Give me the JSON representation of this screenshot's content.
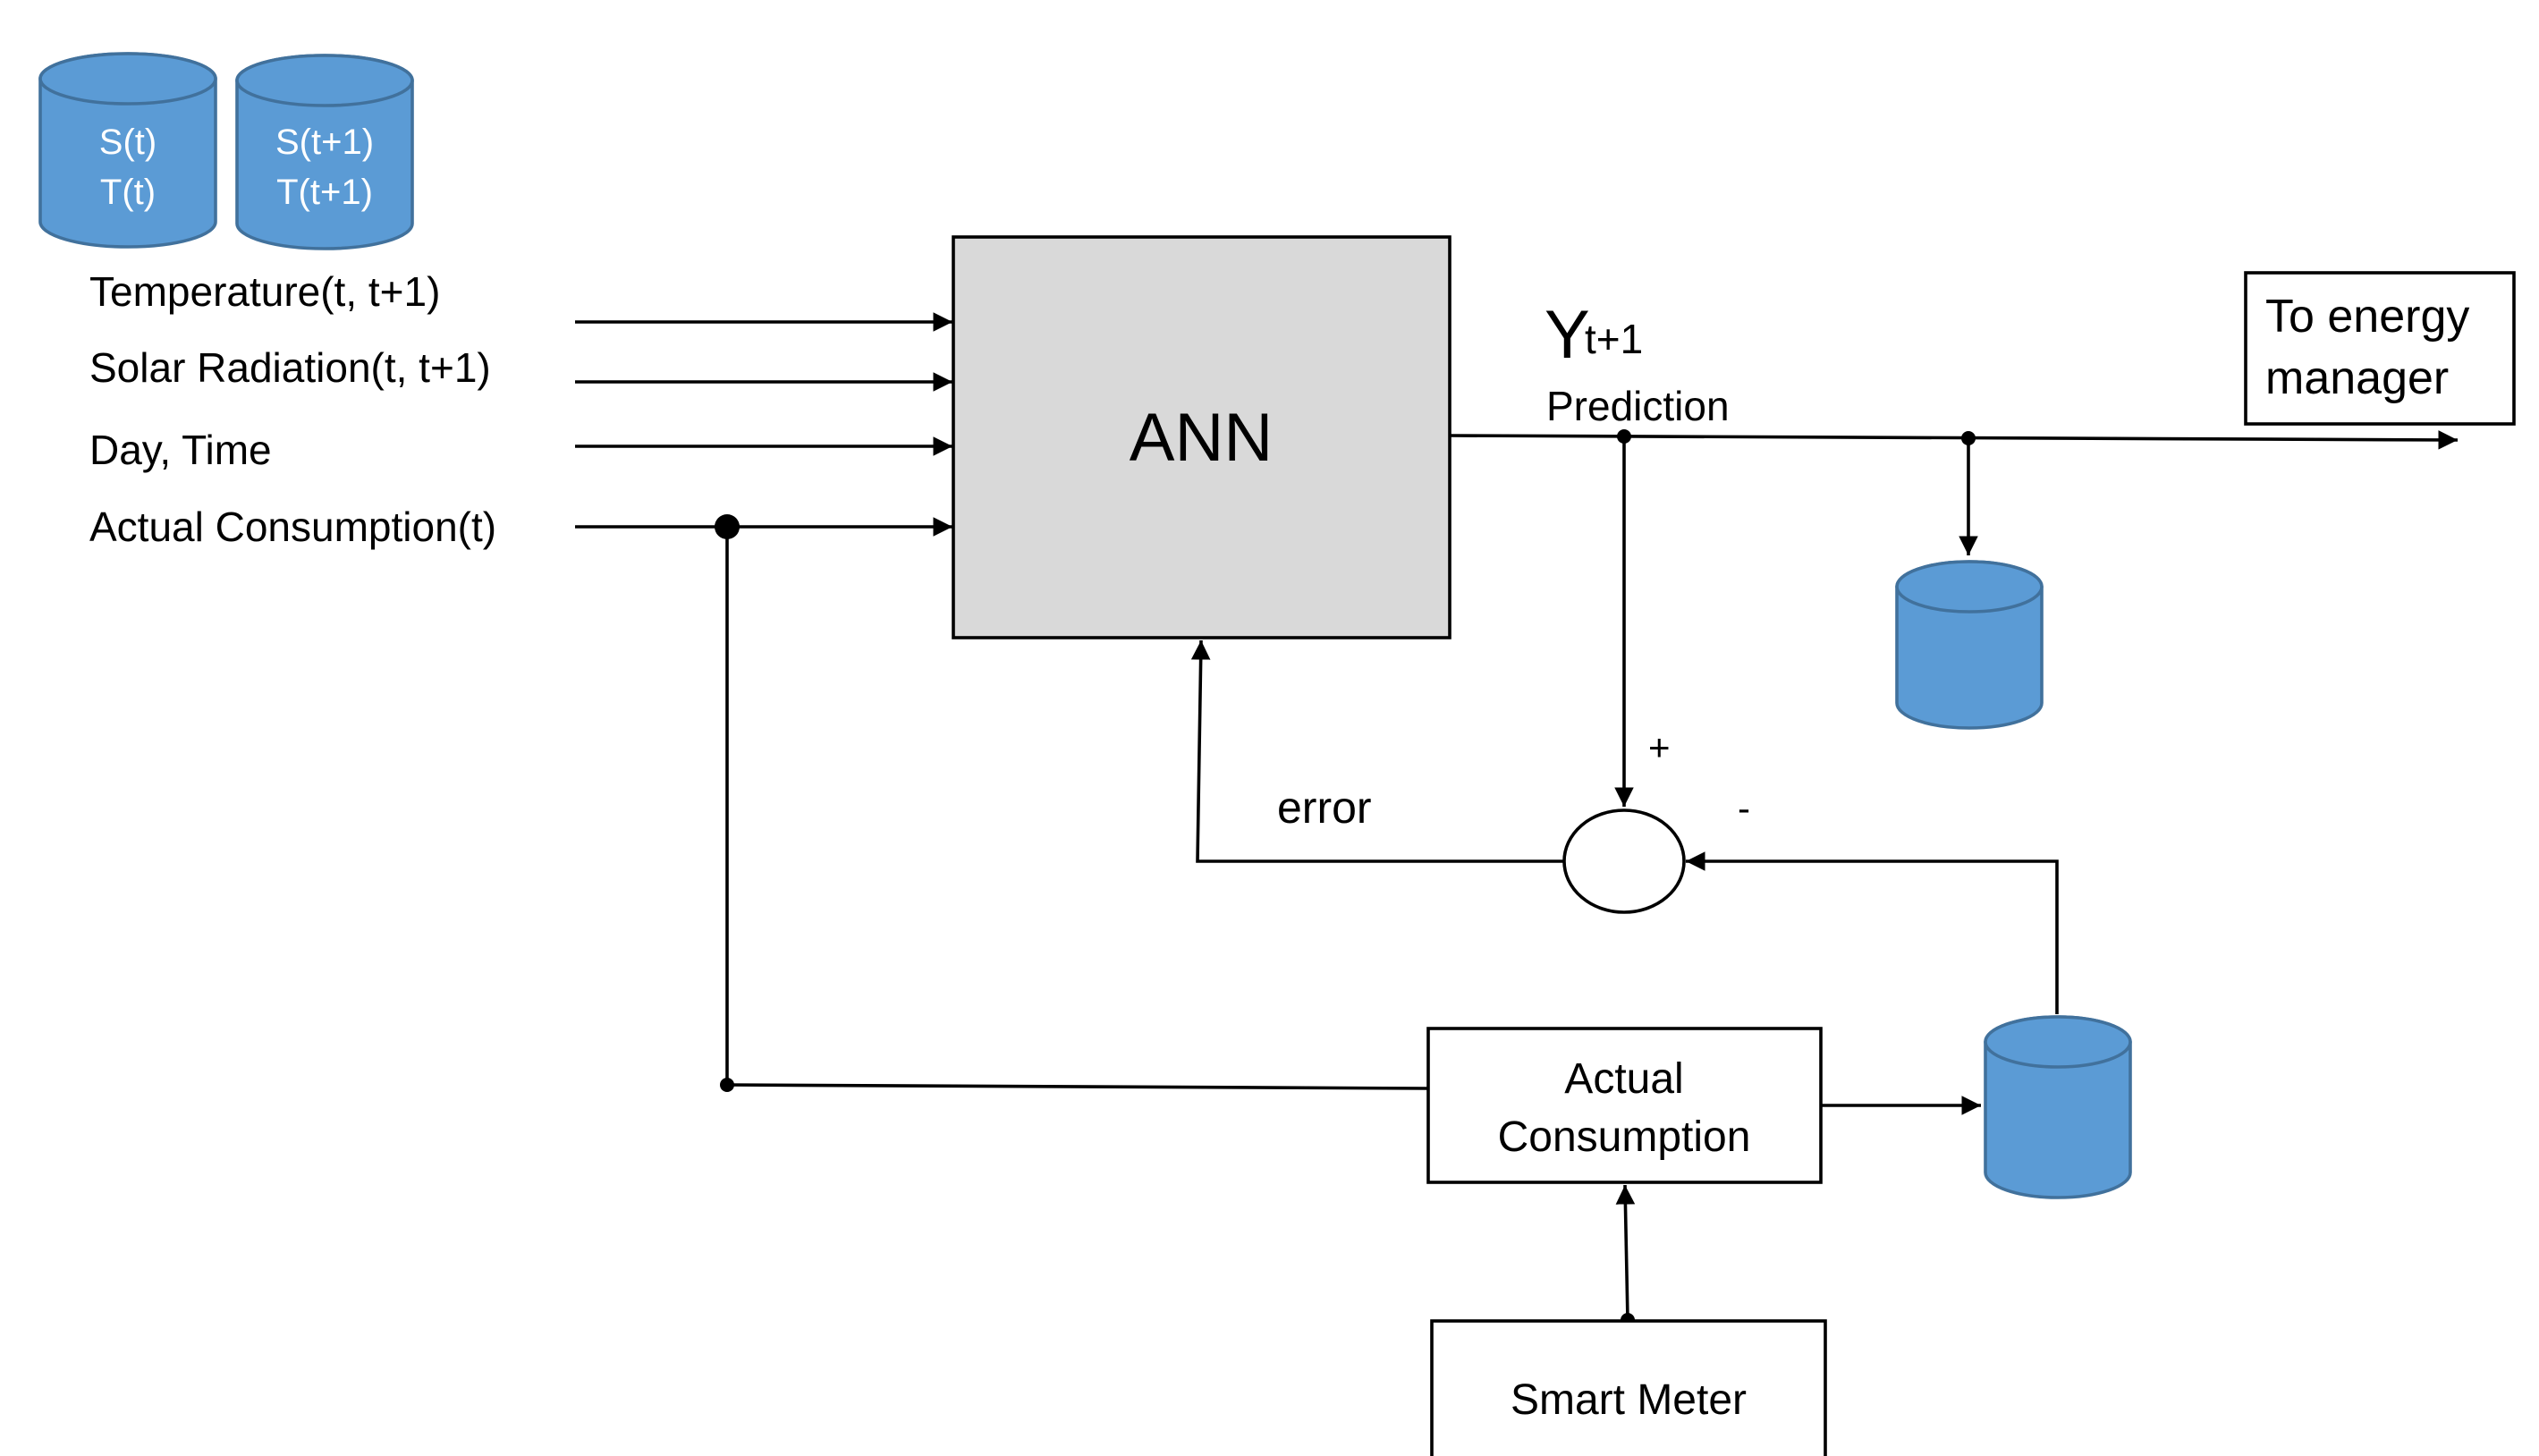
{
  "colors": {
    "cylinder_fill": "#5b9bd5",
    "cylinder_stroke": "#41719c",
    "ann_fill": "#d9d9d9",
    "line": "#000000",
    "box_fill": "#ffffff"
  },
  "databases": {
    "db1": {
      "line1": "S(t)",
      "line2": "T(t)"
    },
    "db2": {
      "line1": "S(t+1)",
      "line2": "T(t+1)"
    }
  },
  "inputs": {
    "temperature": "Temperature(t, t+1)",
    "solar_radiation": "Solar Radiation(t, t+1)",
    "day_time": "Day, Time",
    "actual_consumption": "Actual Consumption(t)"
  },
  "ann": {
    "label": "ANN"
  },
  "output": {
    "y_symbol": "Y",
    "y_subscript": "t+1",
    "prediction_label": "Prediction"
  },
  "energy_manager": {
    "line1": "To energy",
    "line2": "manager"
  },
  "feedback": {
    "error_label": "error",
    "plus_sign": "+",
    "minus_sign": "-"
  },
  "actual_consumption_box": {
    "line1": "Actual",
    "line2": "Consumption"
  },
  "smart_meter": {
    "label": "Smart Meter"
  }
}
